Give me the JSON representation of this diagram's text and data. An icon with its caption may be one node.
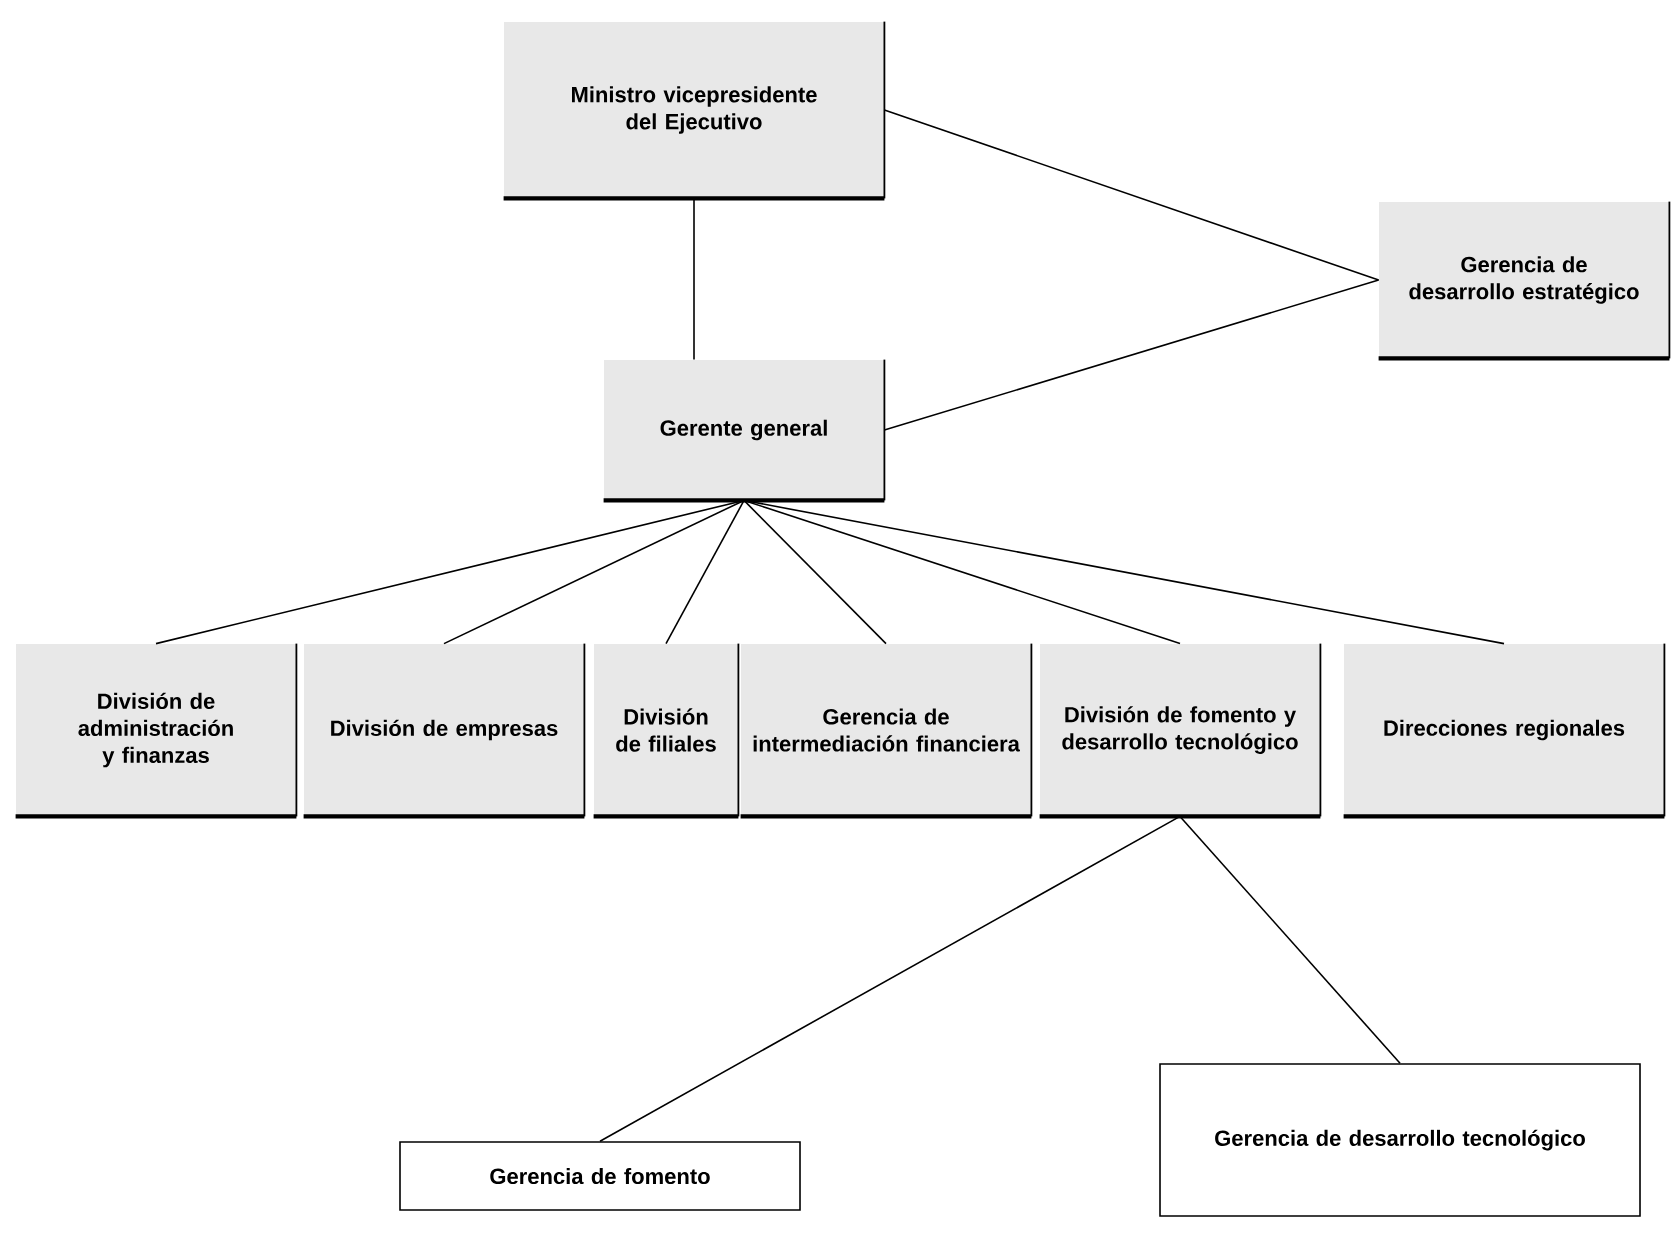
{
  "diagram": {
    "nodes": [
      {
        "text": [
          "Ministro vicepresidente del Ejecutivo"
        ]
      },
      {
        "text": [
          "Gerencia de desarrollo estratégico"
        ]
      },
      {
        "text": [
          "Gerente general"
        ]
      },
      {
        "text": [
          "División de administración y finanzas"
        ]
      },
      {
        "text": [
          "División de empresas"
        ]
      },
      {
        "text": [
          "División de filiales"
        ]
      },
      {
        "text": [
          "Gerencia de intermediación financiera"
        ]
      },
      {
        "text": [
          "División de fomento y desarrollo tecnológico"
        ]
      },
      {
        "text": [
          "Direcciones regionales"
        ]
      },
      {
        "text": [
          "Gerencia de fomento"
        ]
      },
      {
        "text": [
          "Gerencia de desarrollo tecnológico"
        ]
      }
    ],
    "edges": [
      {
        "from": 0,
        "to": 2,
        "arrow": "none"
      },
      {
        "from": 0,
        "to": 1,
        "arrow": "none"
      },
      {
        "from": 2,
        "to": 1,
        "arrow": "none"
      },
      {
        "from": 2,
        "to": 3,
        "arrow": "none"
      },
      {
        "from": 2,
        "to": 4,
        "arrow": "none"
      },
      {
        "from": 2,
        "to": 5,
        "arrow": "none"
      },
      {
        "from": 2,
        "to": 6,
        "arrow": "none"
      },
      {
        "from": 2,
        "to": 7,
        "arrow": "none"
      },
      {
        "from": 2,
        "to": 8,
        "arrow": "none"
      },
      {
        "from": 7,
        "to": 9,
        "arrow": "none"
      },
      {
        "from": 7,
        "to": 10,
        "arrow": "none"
      }
    ]
  }
}
